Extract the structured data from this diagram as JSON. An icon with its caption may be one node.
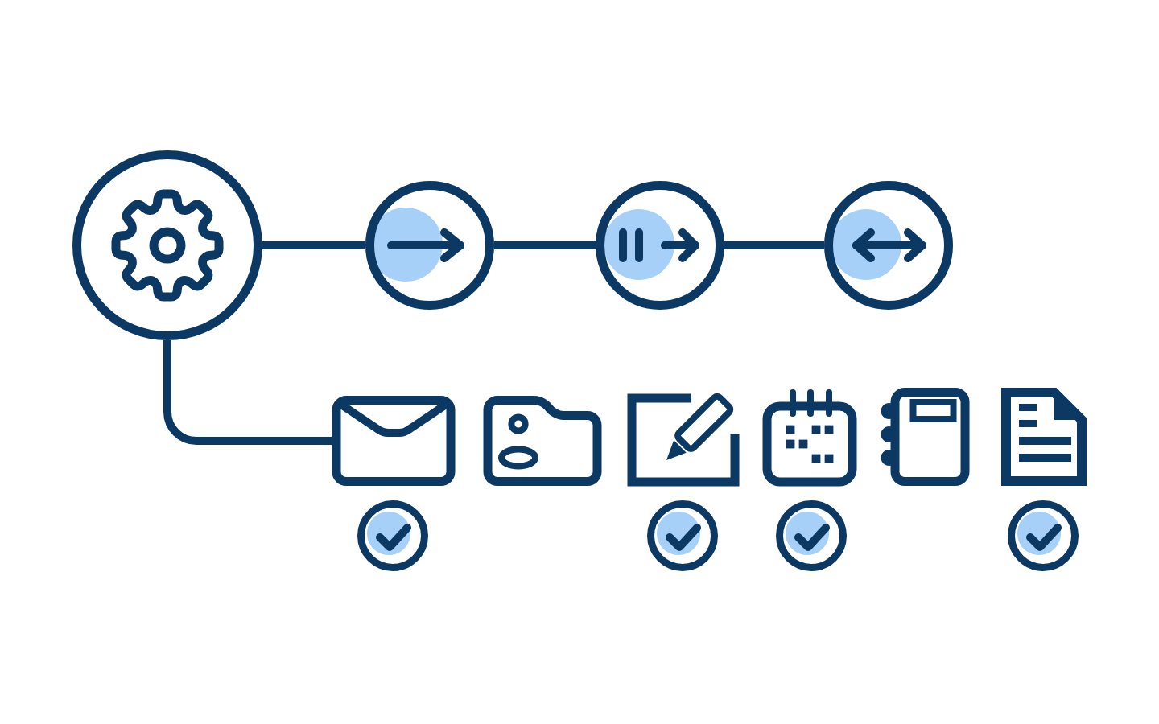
{
  "diagram": {
    "nodes": [
      {
        "text": [],
        "shape": "circle"
      },
      {
        "text": [],
        "shape": "circle"
      },
      {
        "text": [],
        "shape": "circle"
      },
      {
        "text": [],
        "shape": "circle"
      },
      {
        "text": [],
        "shape": "picture"
      },
      {
        "text": [],
        "shape": "picture"
      },
      {
        "text": [],
        "shape": "picture"
      },
      {
        "text": [],
        "shape": "picture"
      },
      {
        "text": [],
        "shape": "picture"
      },
      {
        "text": [],
        "shape": "picture"
      },
      {
        "text": [],
        "shape": "circle"
      },
      {
        "text": [],
        "shape": "circle"
      },
      {
        "text": [],
        "shape": "circle"
      },
      {
        "text": [],
        "shape": "circle"
      }
    ],
    "edges": [
      {
        "from": 0,
        "to": 1,
        "arrow": "none"
      },
      {
        "from": 1,
        "to": 2,
        "arrow": "none"
      },
      {
        "from": 2,
        "to": 3,
        "arrow": "none"
      },
      {
        "from": 0,
        "to": 4,
        "arrow": "none"
      }
    ]
  }
}
